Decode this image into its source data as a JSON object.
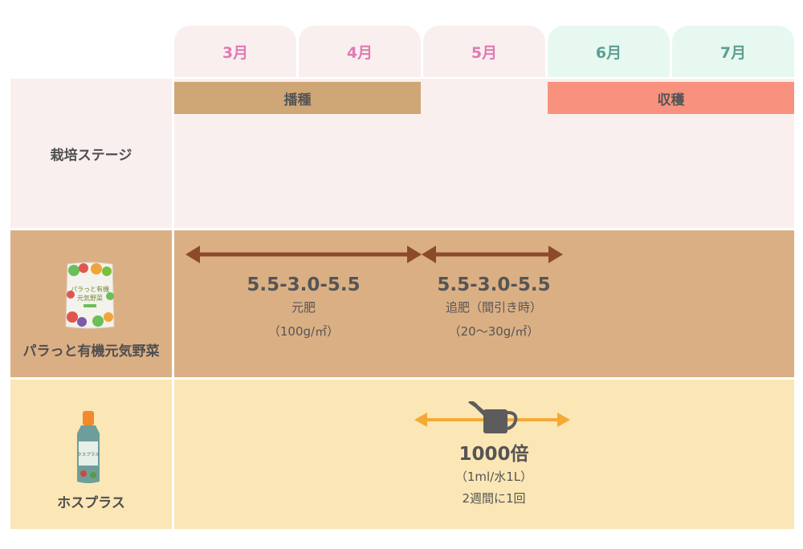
{
  "months": [
    "3月",
    "4月",
    "5月",
    "6月",
    "7月"
  ],
  "rows": {
    "stage": {
      "label": "栽培ステージ",
      "sowing_label": "播種",
      "harvest_label": "収穫"
    },
    "fertilizer": {
      "label": "パラっと有機元気野菜",
      "package_lines": [
        "パラっと有機",
        "元気野菜"
      ],
      "base": {
        "ratio": "5.5-3.0-5.5",
        "name": "元肥",
        "amount": "（100g/㎡）"
      },
      "top": {
        "ratio": "5.5-3.0-5.5",
        "name": "追肥（間引き時）",
        "amount": "（20〜30g/㎡）"
      }
    },
    "liquid": {
      "label": "ホスプラス",
      "bottle_text": "ホスプラス",
      "dilution": "1000倍",
      "ratio": "（1ml/水1L）",
      "frequency": "2週間に1回"
    }
  },
  "colors": {
    "month_pink_bg": "#f9efee",
    "month_pink_text": "#e07ab5",
    "month_mint_bg": "#e7f8f1",
    "month_mint_text": "#5f9e93",
    "sowing_band": "#cfa776",
    "harvest_band": "#f8927e",
    "fertilizer_row": "#dbaf84",
    "fertilizer_arrow": "#8b4b2b",
    "liquid_row": "#fbe6b5",
    "liquid_arrow": "#f4a935"
  }
}
